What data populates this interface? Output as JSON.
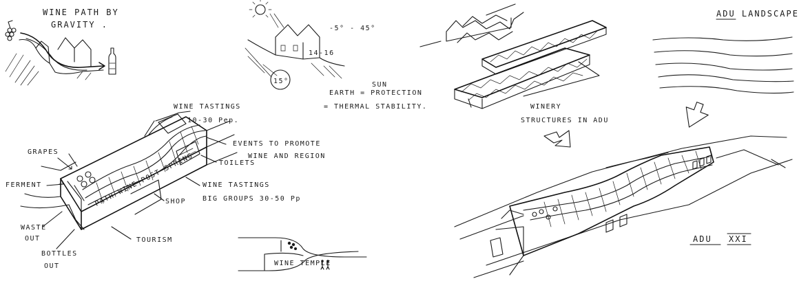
{
  "sketch1": {
    "title_line1": "WINE PATH BY",
    "title_line2": "GRAVITY ."
  },
  "sketch2": {
    "angle": "-5° - 45°",
    "level": "14-16",
    "temp": "15°",
    "sun": "SUN",
    "earth": "EARTH = PROTECTION",
    "thermal": "= THERMAL STABILITY."
  },
  "sketch3": {
    "labels": {
      "wine_tastings_small": "WINE TASTINGS",
      "small_groups": "10-30 Pep.",
      "events": "EVENTS TO PROMOTE",
      "events2": "WINE AND REGION",
      "toilets": "TOILETS",
      "grapes": "GRAPES",
      "ferment": "FERMENT",
      "wine_tastings_big": "WINE TASTINGS",
      "big_groups": "BIG GROUPS 30-50 Pp",
      "shop": "SHOP",
      "tourism": "TOURISM",
      "waste1": "WASTE",
      "waste2": "OUT",
      "bottles1": "BOTTLES",
      "bottles2": "OUT",
      "path_text": "PATH WINE POST SPRING"
    }
  },
  "sketch4": {
    "label": "WINE TEMPLE"
  },
  "sketch5": {
    "line1": "WINERY",
    "line2": "STRUCTURES IN ADU"
  },
  "sketch6": {
    "title": "ADU LANDSCAPE"
  },
  "sketch7": {
    "title_a": "ADU",
    "title_b": "XXI"
  }
}
